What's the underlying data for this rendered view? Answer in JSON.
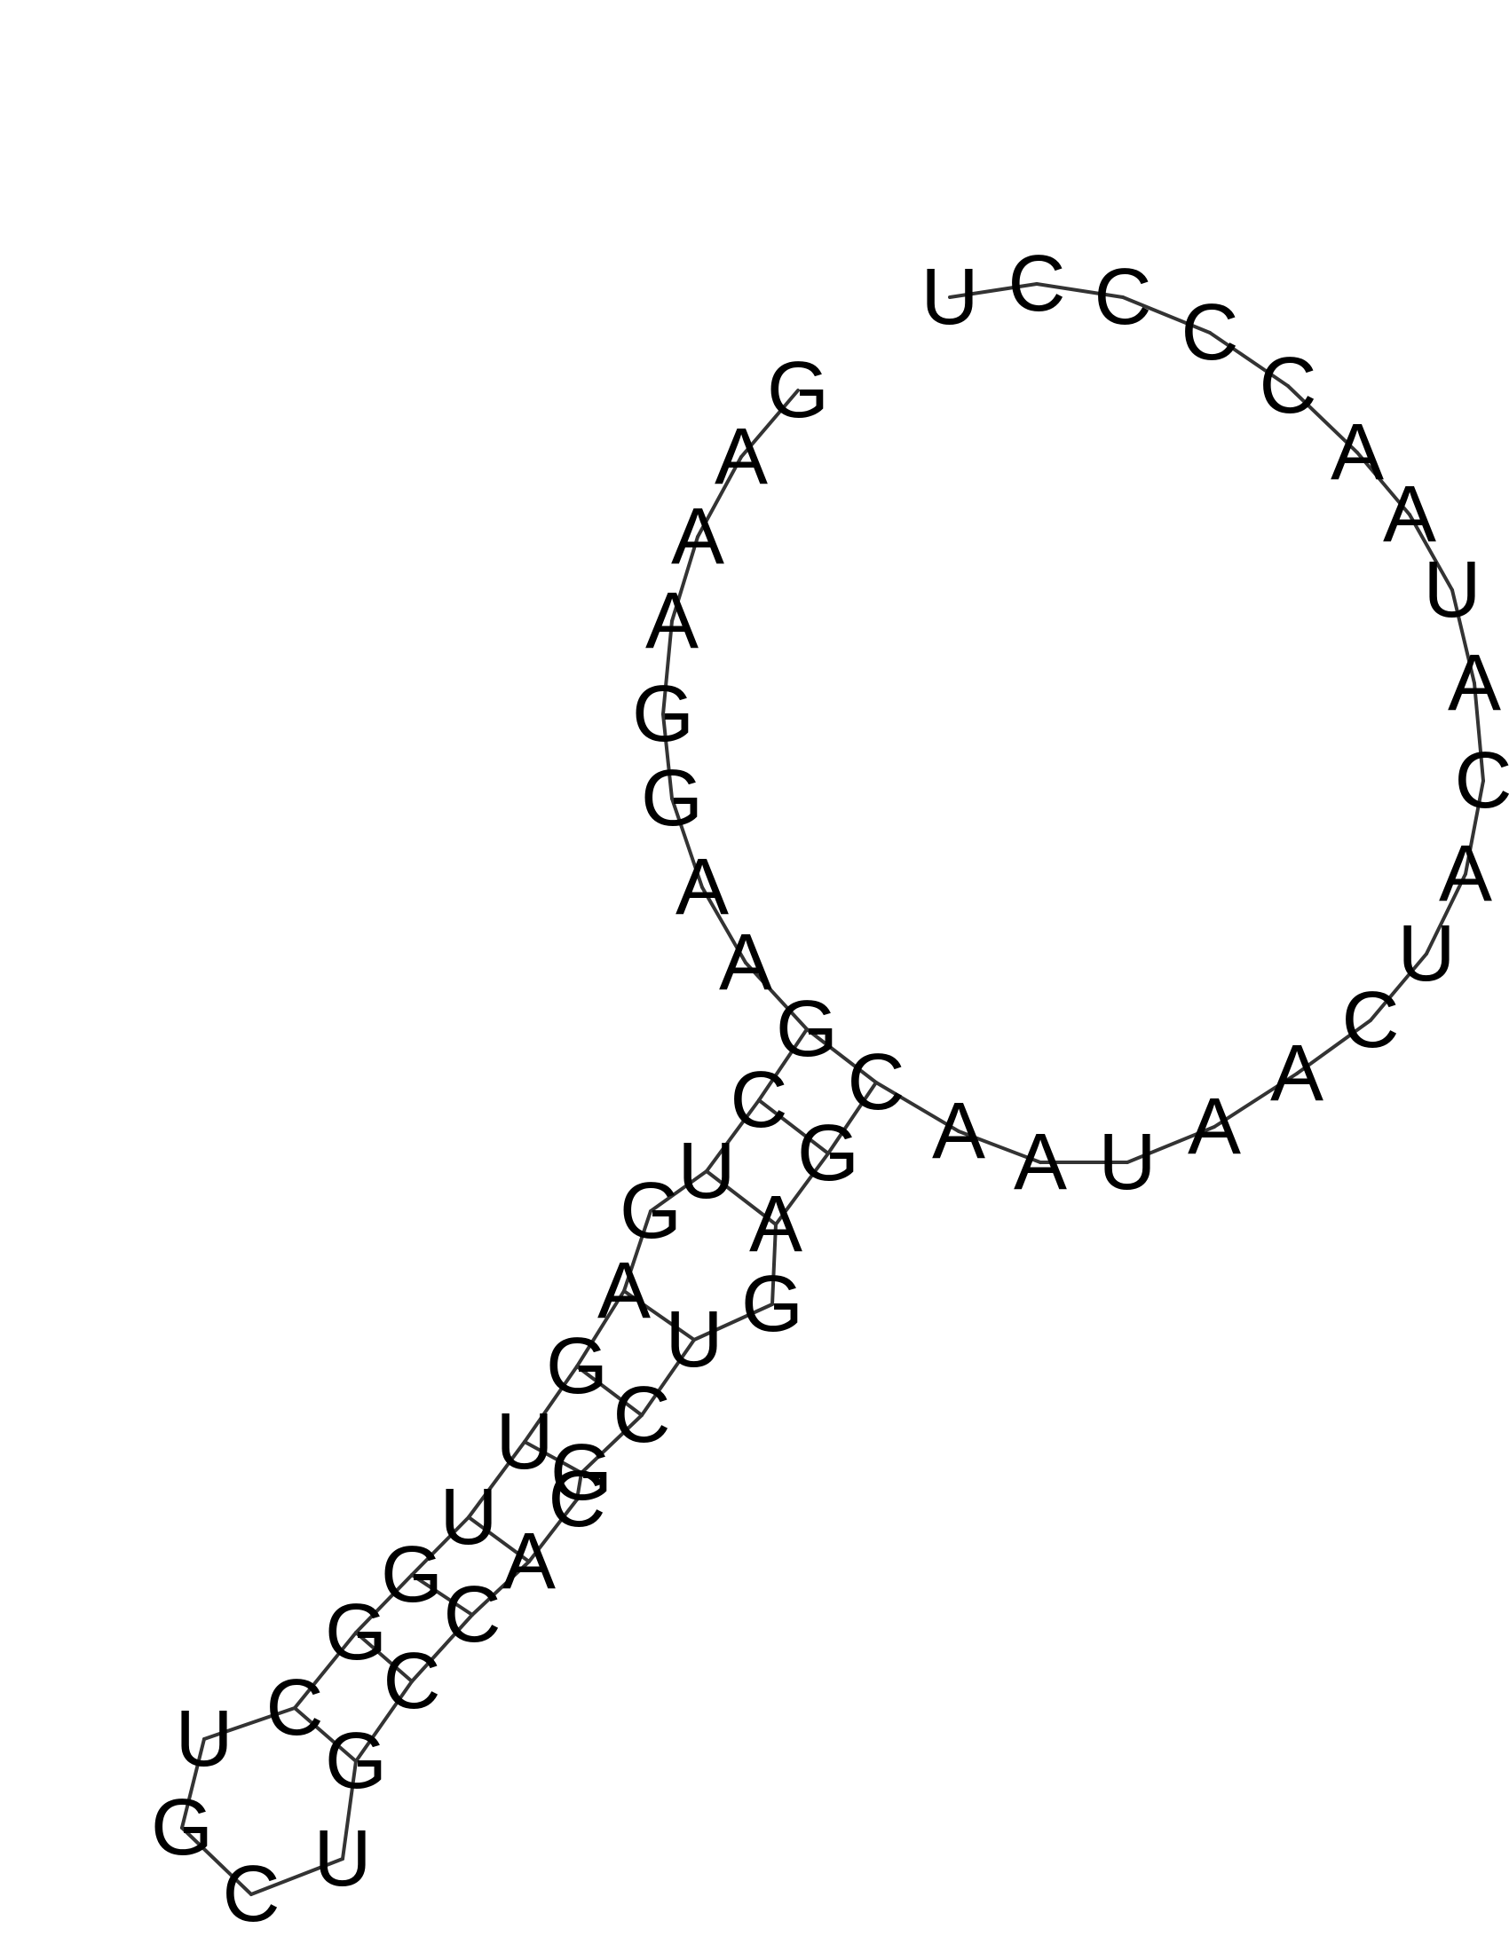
{
  "diagram": {
    "type": "rna-secondary-structure",
    "colors": {
      "letter": "#000000",
      "bond": "#333333",
      "background": "#ffffff"
    },
    "nucleotides": [
      "G",
      "A",
      "A",
      "A",
      "G",
      "G",
      "A",
      "A",
      "G",
      "C",
      "U",
      "G",
      "A",
      "G",
      "U",
      "U",
      "G",
      "G",
      "C",
      "U",
      "G",
      "C",
      "U",
      "G",
      "C",
      "C",
      "A",
      "C",
      "G",
      "C",
      "U",
      "G",
      "A",
      "G",
      "C",
      "A",
      "A",
      "U",
      "A",
      "A",
      "C",
      "U",
      "A",
      "C",
      "A",
      "U",
      "A",
      "A",
      "C",
      "C",
      "C",
      "C",
      "U"
    ],
    "bonds": [
      [
        0,
        1
      ],
      [
        1,
        2
      ],
      [
        2,
        3
      ],
      [
        3,
        4
      ],
      [
        4,
        5
      ],
      [
        5,
        6
      ],
      [
        6,
        7
      ],
      [
        7,
        8
      ],
      [
        8,
        9
      ],
      [
        9,
        10
      ],
      [
        10,
        11
      ],
      [
        11,
        12
      ],
      [
        12,
        13
      ],
      [
        13,
        14
      ],
      [
        14,
        15
      ],
      [
        15,
        16
      ],
      [
        16,
        17
      ],
      [
        17,
        18
      ],
      [
        18,
        19
      ],
      [
        19,
        20
      ],
      [
        20,
        21
      ],
      [
        21,
        22
      ],
      [
        22,
        23
      ],
      [
        23,
        24
      ],
      [
        24,
        25
      ],
      [
        25,
        26
      ],
      [
        26,
        27
      ],
      [
        27,
        28
      ],
      [
        28,
        29
      ],
      [
        29,
        30
      ],
      [
        30,
        31
      ],
      [
        31,
        32
      ],
      [
        32,
        33
      ],
      [
        33,
        34
      ],
      [
        34,
        35
      ],
      [
        35,
        36
      ],
      [
        36,
        37
      ],
      [
        37,
        38
      ],
      [
        38,
        39
      ],
      [
        39,
        40
      ],
      [
        40,
        41
      ],
      [
        41,
        42
      ],
      [
        42,
        43
      ],
      [
        43,
        44
      ],
      [
        44,
        45
      ],
      [
        45,
        46
      ],
      [
        46,
        47
      ],
      [
        47,
        48
      ],
      [
        48,
        49
      ],
      [
        49,
        50
      ],
      [
        50,
        51
      ],
      [
        51,
        52
      ],
      [
        8,
        34
      ],
      [
        9,
        33
      ],
      [
        10,
        32
      ],
      [
        12,
        30
      ],
      [
        13,
        29
      ],
      [
        14,
        28
      ],
      [
        15,
        26
      ],
      [
        16,
        25
      ],
      [
        17,
        24
      ],
      [
        18,
        23
      ]
    ]
  }
}
